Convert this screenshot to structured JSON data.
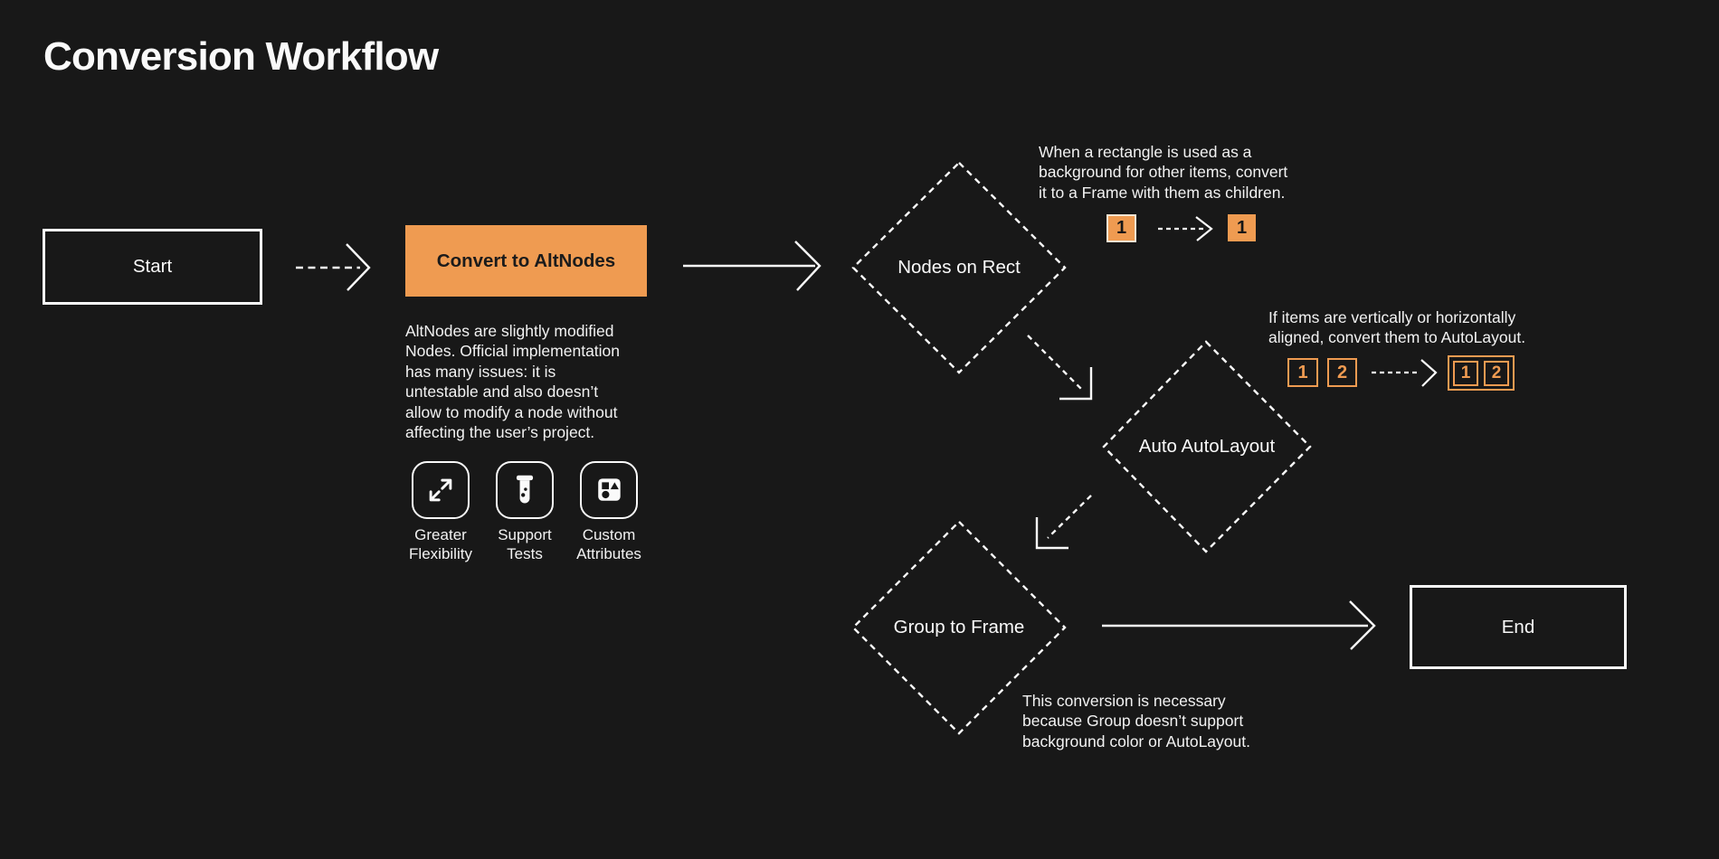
{
  "title": "Conversion Workflow",
  "colors": {
    "background": "#181818",
    "accent": "#EF9B51",
    "text": "#F2F2F2",
    "dark_text": "#1B1B1B"
  },
  "nodes": {
    "start": {
      "label": "Start"
    },
    "convert": {
      "label": "Convert to AltNodes"
    },
    "nodes_on_rect": {
      "label": "Nodes on Rect"
    },
    "auto_autolayout": {
      "label": "Auto AutoLayout"
    },
    "group_to_frame": {
      "label": "Group to Frame"
    },
    "end": {
      "label": "End"
    }
  },
  "altnodes_note": {
    "lines": [
      "AltNodes are slightly modified",
      "Nodes. Official implementation",
      "has many issues: it is",
      "untestable and also doesn’t",
      "allow to modify a node without",
      "affecting the user’s project."
    ]
  },
  "features": [
    {
      "icon": "expand-icon",
      "label_lines": [
        "Greater",
        "Flexibility"
      ]
    },
    {
      "icon": "test-tube-icon",
      "label_lines": [
        "Support",
        "Tests"
      ]
    },
    {
      "icon": "shapes-icon",
      "label_lines": [
        "Custom",
        "Attributes"
      ]
    }
  ],
  "annotations": {
    "rect_note": {
      "lines": [
        "When a rectangle is used as a",
        "background for other items, convert",
        "it to a Frame with them as children."
      ],
      "before_label": "1",
      "after_label": "1"
    },
    "autolayout_note": {
      "lines": [
        "If items are vertically or horizontally",
        "aligned, convert them to AutoLayout."
      ],
      "items_before": [
        "1",
        "2"
      ],
      "items_after": [
        "1",
        "2"
      ]
    },
    "group_note": {
      "lines": [
        "This conversion is necessary",
        "because Group doesn’t support",
        "background color or AutoLayout."
      ]
    }
  }
}
